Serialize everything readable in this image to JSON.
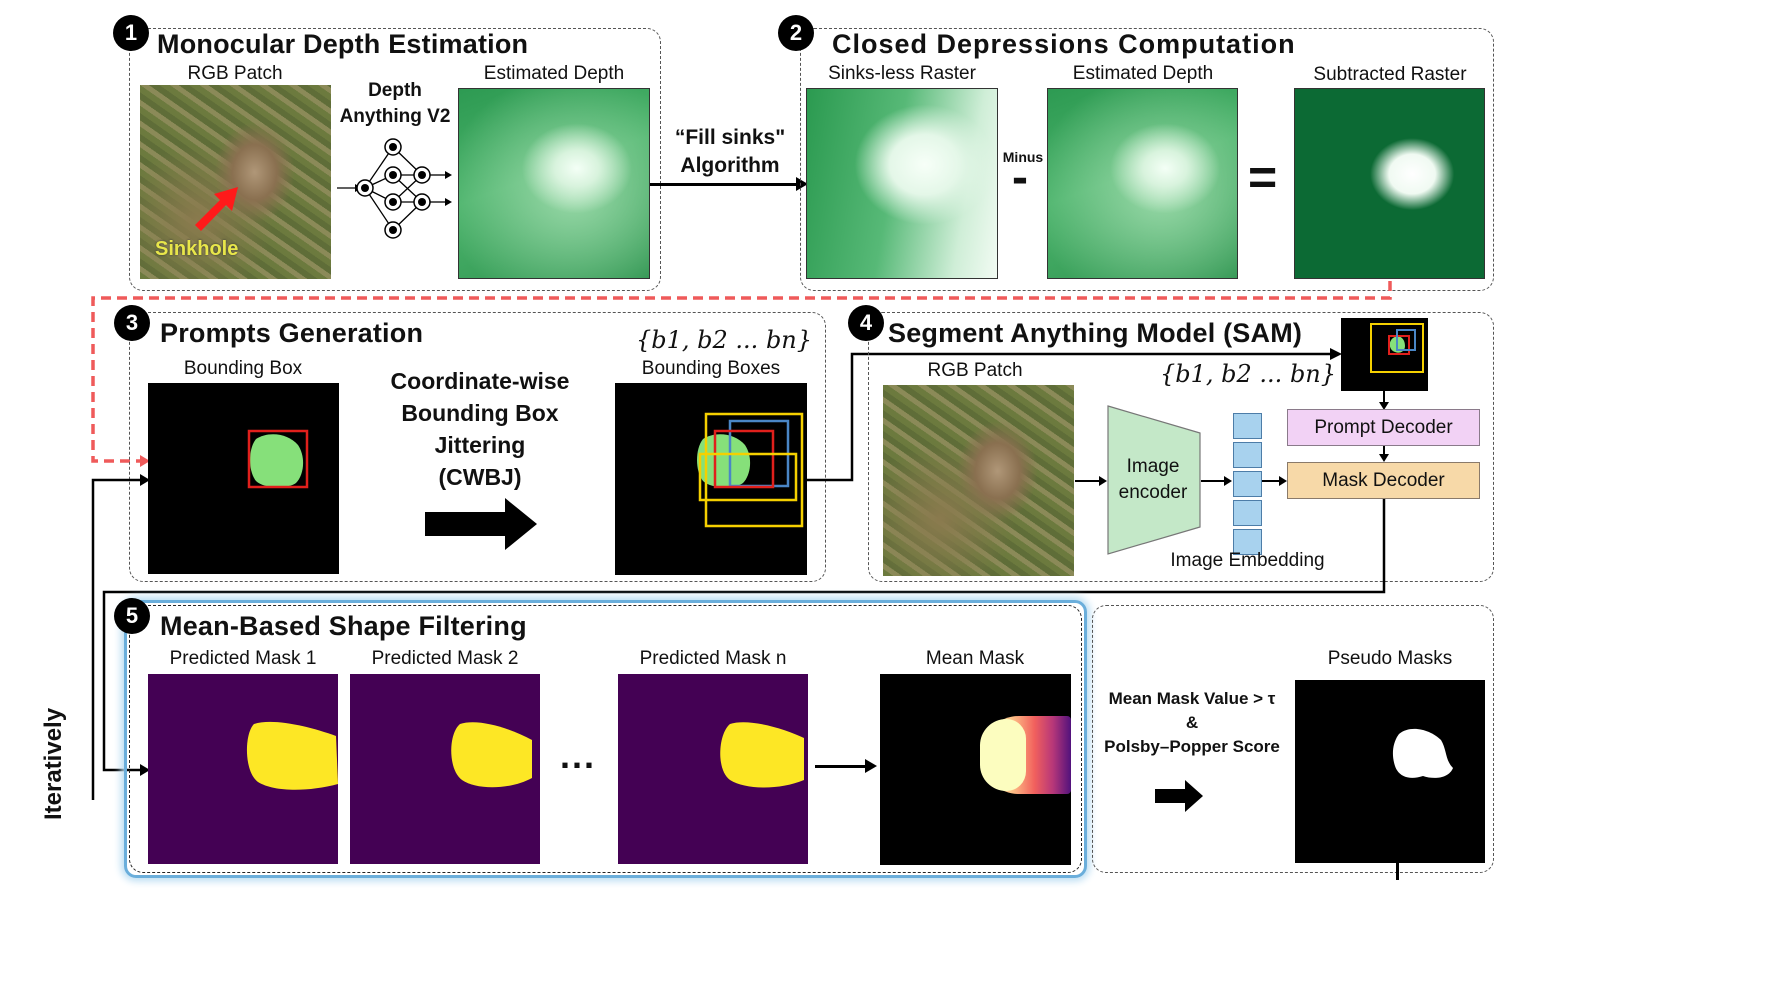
{
  "panels": {
    "p1": {
      "number": "1",
      "title": "Monocular  Depth Estimation",
      "rgb_label": "RGB Patch",
      "model_label_line1": "Depth",
      "model_label_line2": "Anything V2",
      "depth_label": "Estimated Depth",
      "annotation": "Sinkhole"
    },
    "p2": {
      "number": "2",
      "title": "Closed Depressions Computation",
      "sinkless_label": "Sinks-less Raster",
      "depth_label": "Estimated Depth",
      "minus_label": "Minus",
      "minus_symbol": "-",
      "equals_symbol": "=",
      "subtracted_label": "Subtracted Raster"
    },
    "p3": {
      "number": "3",
      "title": "Prompts Generation",
      "bbox_label": "Bounding Box",
      "method_line1": "Coordinate-wise",
      "method_line2": "Bounding Box",
      "method_line3": "Jittering",
      "method_line4": "(CWBJ)",
      "set_math": "{b1, b2 ... bn}",
      "bboxes_label": "Bounding Boxes"
    },
    "p4": {
      "number": "4",
      "title": "Segment Anything Model (SAM)",
      "rgb_label": "RGB Patch",
      "set_math": "{b1, b2 ... bn}",
      "encoder_line1": "Image",
      "encoder_line2": "encoder",
      "embedding_label": "Image Embedding",
      "prompt_decoder": "Prompt Decoder",
      "mask_decoder": "Mask Decoder"
    },
    "p5": {
      "number": "5",
      "title": "Mean-Based Shape Filtering",
      "mask1": "Predicted Mask 1",
      "mask2": "Predicted Mask 2",
      "ellipsis": "...",
      "maskn": "Predicted Mask n",
      "mean_mask": "Mean Mask"
    },
    "p6": {
      "criteria_line1": "Mean Mask Value > τ",
      "criteria_line2": "&",
      "criteria_line3": "Polsby–Popper Score",
      "pseudo_label": "Pseudo Masks"
    }
  },
  "connectors": {
    "fill_sinks_line1": "“Fill sinks\"",
    "fill_sinks_line2": "Algorithm",
    "iteratively": "Iteratively"
  },
  "colors": {
    "bbox_red": "#e0201c",
    "bbox_yellow": "#f5d000",
    "bbox_blue": "#4a86c6",
    "sink_green": "#86e07a",
    "prompt_decoder_fill": "#f2d2f5",
    "mask_decoder_fill": "#f7d9a8",
    "encoder_fill": "#c4e8c8",
    "embedding_fill": "#a8d2ee",
    "dashed_red": "#ef5a5a",
    "highlight_blue": "#6aaedb",
    "viridis_purple": "#440154",
    "viridis_yellow": "#fde725"
  }
}
